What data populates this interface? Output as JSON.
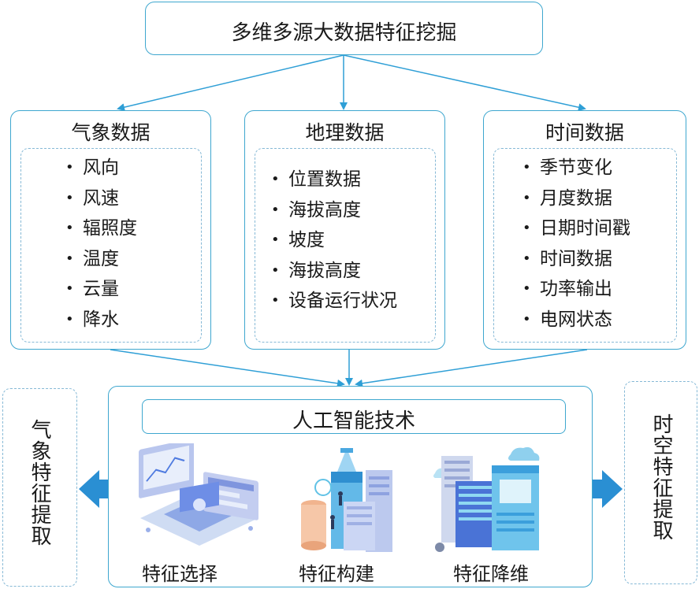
{
  "top_title": "多维多源大数据特征挖掘",
  "columns": [
    {
      "title": "气象数据",
      "items": [
        "风向",
        "风速",
        "辐照度",
        "温度",
        "云量",
        "降水"
      ]
    },
    {
      "title": "地理数据",
      "items": [
        "位置数据",
        "海拔高度",
        "坡度",
        "海拔高度",
        "设备运行状况"
      ]
    },
    {
      "title": "时间数据",
      "items": [
        "季节变化",
        "月度数据",
        "日期时间戳",
        "时间数据",
        "功率输出",
        "电网状态"
      ]
    }
  ],
  "ai_title": "人工智能技术",
  "methods": [
    "特征选择",
    "特征构建",
    "特征降维"
  ],
  "left_output": "气象特征提取",
  "right_output": "时空特征提取",
  "colors": {
    "border": "#3ea7cf",
    "dashed": "#86b9d6",
    "arrow": "#2f9fd6",
    "big_arrow": "#2a8fd3"
  }
}
